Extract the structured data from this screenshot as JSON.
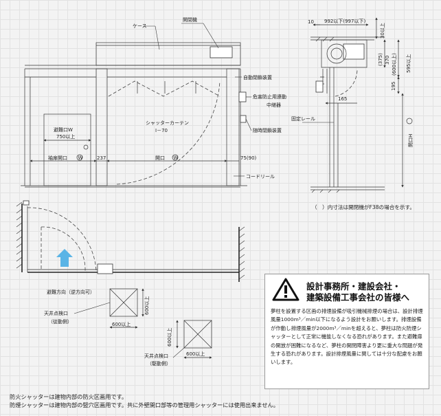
{
  "elevation": {
    "case_label": "ケース",
    "opener_label": "開閉機",
    "auto_lock_label": "自動閉鎖装置",
    "hazard_relay_label": "危害防止用連動",
    "relay_label": "中継器",
    "manual_lock_label": "随時閉鎖装置",
    "curtain_name": "シャッターカーテン",
    "curtain_code": "I－70",
    "evac_door_label": "避難口W",
    "evac_door_size": "750以上",
    "side_opening_label": "袖扉開口",
    "side_opening_w": "W",
    "dim_237": "237",
    "opening_label": "開口",
    "opening_w": "W",
    "dim_75": "75(90)",
    "cord_reel_label": "コードリール"
  },
  "section": {
    "dim_10": "10",
    "dim_992": "992以下(997以下)",
    "dim_30": "30以上",
    "dim_375": "(375)",
    "dim_370": "370",
    "dim_600": "(600以上)",
    "dim_595": "595以上",
    "dim_195": "195",
    "dim_165": "165",
    "fixed_rail_label": "固定レール",
    "height_label": "開口H"
  },
  "paren_note": "（　）内寸法は開閉機がF38の場合を示す。",
  "plan": {
    "evac_direction": "避難方向（逆方向可）",
    "inspect_1_label": "天井点検口",
    "inspect_1_side": "（従動側）",
    "inspect_1_dim_v": "600以上",
    "inspect_1_dim_h": "600以上",
    "inspect_2_label": "天井点検口",
    "inspect_2_side": "（駆動側）",
    "inspect_2_dim_v": "600以上",
    "inspect_2_dim_h": "600以上"
  },
  "warning": {
    "title_line1": "設計事務所・建設会社・",
    "title_line2": "建築設備工事会社の皆様へ",
    "body": "夢柱を設置する区画の排煙設備が吸引機械排煙の場合は、設計排煙風量1000m³／min以下になるよう設計をお願いします。排煙設備が作動し排煙風量が2000m³／minを超えると、夢柱は防火防煙シャッターとして正常に機能しなくなる恐れがあります。また避難扉の開放が困難になるなど、夢柱の開閉障害より更に重大な問題が発生する恐れがあります。設計排煙風量に関しては十分な配慮をお願いします。",
    "icon": "warning-triangle-icon"
  },
  "footnote": {
    "line1": "防火シャッターは建物内部の防火区画用です。",
    "line2": "防煙シャッターは建物内部の竪穴区画用です。共に外壁開口部等の管理用シャッターには使用出来ません。"
  },
  "colors": {
    "arrow": "#5ab4e6",
    "grid": "#e2e2e2",
    "line": "#333333"
  }
}
